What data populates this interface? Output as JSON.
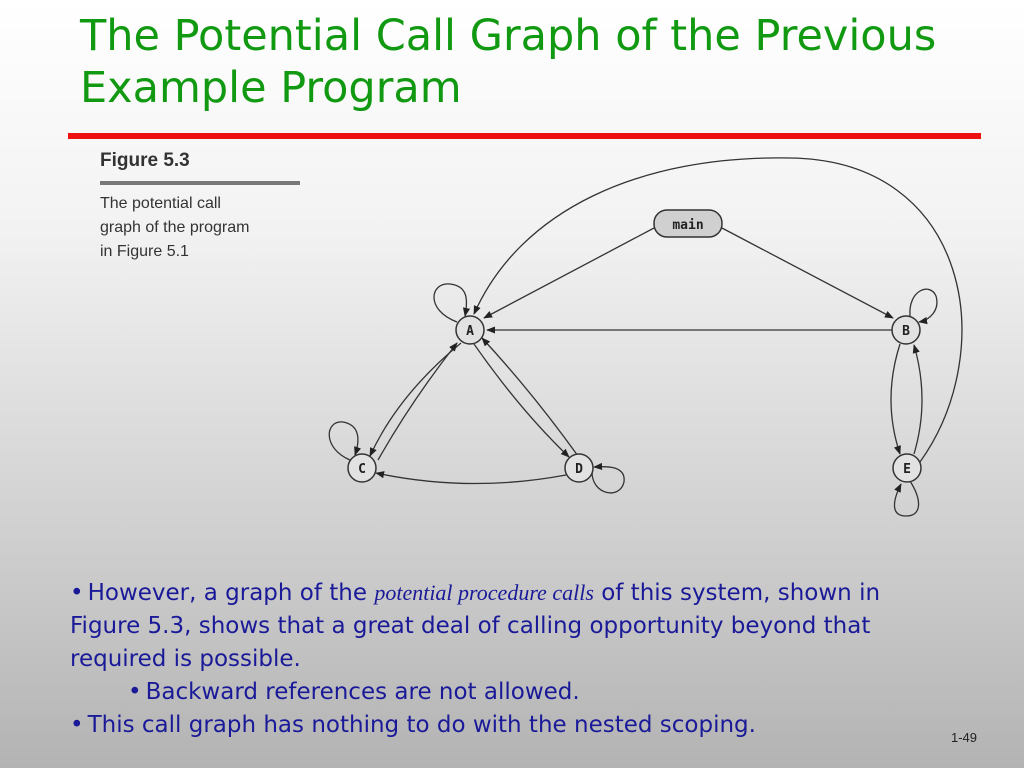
{
  "slide": {
    "title_line1": "The Potential Call Graph of the Previous",
    "title_line2": "Example Program",
    "page_number": "1-49"
  },
  "figure": {
    "label": "Figure 5.3",
    "caption_lines": [
      "The potential call",
      "graph of the program",
      "in Figure 5.1"
    ]
  },
  "graph": {
    "nodes": [
      "main",
      "A",
      "B",
      "C",
      "D",
      "E"
    ],
    "edges": [
      [
        "main",
        "A"
      ],
      [
        "main",
        "B"
      ],
      [
        "B",
        "A"
      ],
      [
        "A",
        "C"
      ],
      [
        "C",
        "A"
      ],
      [
        "A",
        "D"
      ],
      [
        "D",
        "A"
      ],
      [
        "D",
        "C"
      ],
      [
        "B",
        "E"
      ],
      [
        "E",
        "B"
      ],
      [
        "E",
        "A"
      ],
      [
        "A",
        "A"
      ],
      [
        "C",
        "C"
      ],
      [
        "D",
        "D"
      ],
      [
        "B",
        "B"
      ],
      [
        "E",
        "E"
      ]
    ]
  },
  "bullets": {
    "b1_pre": "However, a graph of the ",
    "b1_em": "potential procedure calls",
    "b1_post": " of this system, shown in Figure 5.3, shows that a great deal of calling opportunity beyond that required is possible.",
    "b2": "Backward references are not allowed.",
    "b3": "This call graph has nothing to do with the nested scoping.",
    "bullet_char": "•"
  },
  "colors": {
    "title": "#119911",
    "rule": "#ee1111",
    "body_text": "#1a1a99"
  }
}
